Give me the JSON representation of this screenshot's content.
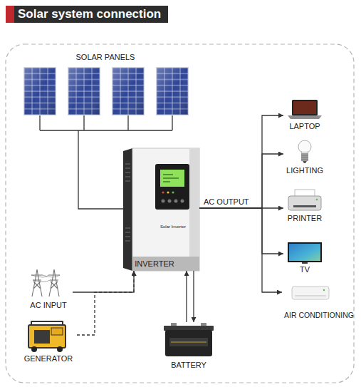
{
  "diagram": {
    "title": "Solar system connection",
    "nodes": [
      {
        "text": [
          "SOLAR PANELS"
        ]
      },
      {
        "text": [
          "Solar Inverter",
          "INVERTER"
        ]
      },
      {
        "text": [
          "LAPTOP"
        ]
      },
      {
        "text": [
          "LIGHTING"
        ]
      },
      {
        "text": [
          "PRINTER"
        ]
      },
      {
        "text": [
          "TV"
        ]
      },
      {
        "text": [
          "AIR CONDITIONING"
        ]
      },
      {
        "text": [
          "AC INPUT"
        ]
      },
      {
        "text": [
          "GENERATOR"
        ]
      },
      {
        "text": [
          "BATTERY"
        ]
      }
    ],
    "edges": [
      {
        "from": 0,
        "to": 1,
        "arrow": "none"
      },
      {
        "from": 1,
        "to": 2,
        "arrow": "to"
      },
      {
        "from": 1,
        "to": 3,
        "arrow": "to"
      },
      {
        "from": 1,
        "to": 4,
        "label": "AC OUTPUT",
        "arrow": "to"
      },
      {
        "from": 1,
        "to": 5,
        "arrow": "to"
      },
      {
        "from": 1,
        "to": 6,
        "arrow": "to"
      },
      {
        "from": 7,
        "to": 1,
        "arrow": "to"
      },
      {
        "from": 8,
        "to": 1,
        "arrow": "to"
      },
      {
        "from": 9,
        "to": 1,
        "arrow": "to"
      },
      {
        "from": 1,
        "to": 9,
        "arrow": "to"
      }
    ]
  }
}
